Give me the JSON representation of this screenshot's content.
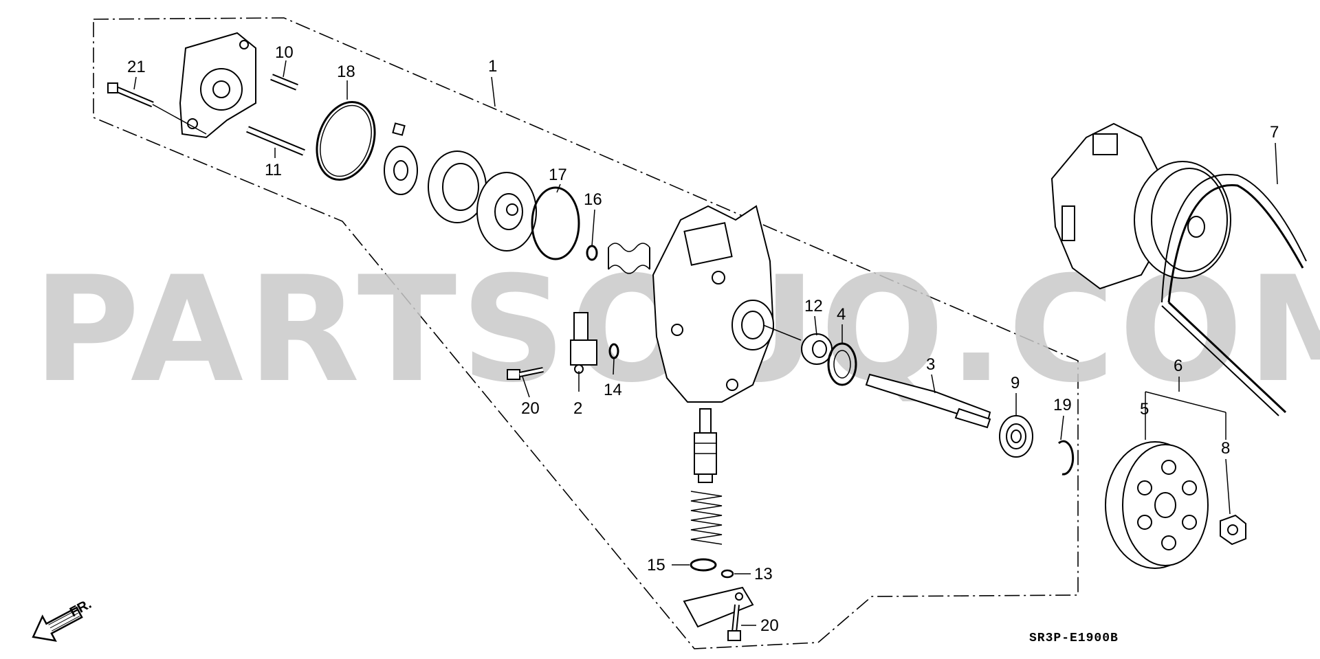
{
  "watermark": "PARTSOUQ.COM",
  "diagram_code": "SR3P-E1900B",
  "direction_label": "FR.",
  "callouts": {
    "c1": "1",
    "c2": "2",
    "c3": "3",
    "c4": "4",
    "c5": "5",
    "c6": "6",
    "c7": "7",
    "c8": "8",
    "c9": "9",
    "c10": "10",
    "c11": "11",
    "c12": "12",
    "c13": "13",
    "c14": "14",
    "c15": "15",
    "c16": "16",
    "c17": "17",
    "c18": "18",
    "c19": "19",
    "c20a": "20",
    "c20b": "20",
    "c21": "21"
  }
}
